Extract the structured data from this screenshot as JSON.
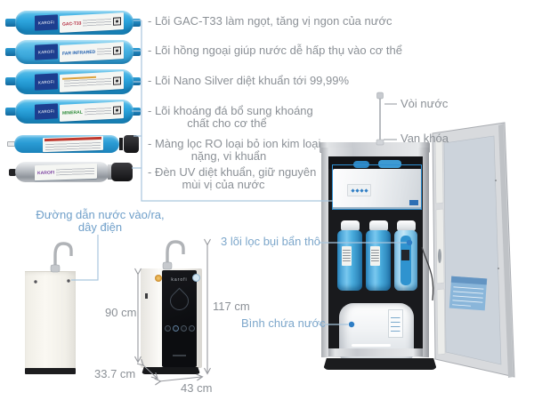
{
  "brand": "KAROFI",
  "front_brand": "karofi",
  "filter_stack": {
    "cartridges": [
      {
        "label": "GAC-T33"
      },
      {
        "label": "FAR INFRARED"
      },
      {
        "label": ""
      },
      {
        "label": "MINERAL"
      },
      {
        "label": ""
      },
      {
        "label": ""
      }
    ],
    "descriptions": [
      {
        "line1": "- Lõi GAC-T33 làm ngọt, tăng vị ngon của nước",
        "line2": ""
      },
      {
        "line1": "- Lõi hồng ngoại giúp nước dễ hấp thụ vào cơ thể",
        "line2": ""
      },
      {
        "line1": "- Lõi Nano Silver diệt khuẩn tới 99,99%",
        "line2": ""
      },
      {
        "line1": "- Lõi khoáng đá bổ sung khoáng",
        "line2": "chất cho cơ thể"
      },
      {
        "line1": "- Màng lọc RO loại bỏ ion kim loại",
        "line2": "nặng, vi khuẩn"
      },
      {
        "line1": "- Đèn UV diệt khuẩn, giữ nguyên",
        "line2": "mùi vị của nước"
      }
    ]
  },
  "callouts": {
    "faucet": "Vòi nước",
    "valve": "Van khóa",
    "coarse_filters": "3 lõi lọc bụi bẩn thô",
    "tank": "Bình chứa nước",
    "rear_line1": "Đường dẫn nước vào/ra,",
    "rear_line2": "dây điện"
  },
  "dimensions": {
    "body_height": "90 cm",
    "total_height": "117 cm",
    "depth": "33.7 cm",
    "width": "43 cm"
  },
  "colors": {
    "cartridge_blue": "#2ba3dc",
    "brand_navy": "#1d3e8f",
    "accent_outline_blue": "#2e8fd2",
    "leader_line_blue": "#a9c6de",
    "callout_blue": "#7da7cb",
    "callout_gray": "#8b9096",
    "dot_blue": "#2f7ec5"
  }
}
